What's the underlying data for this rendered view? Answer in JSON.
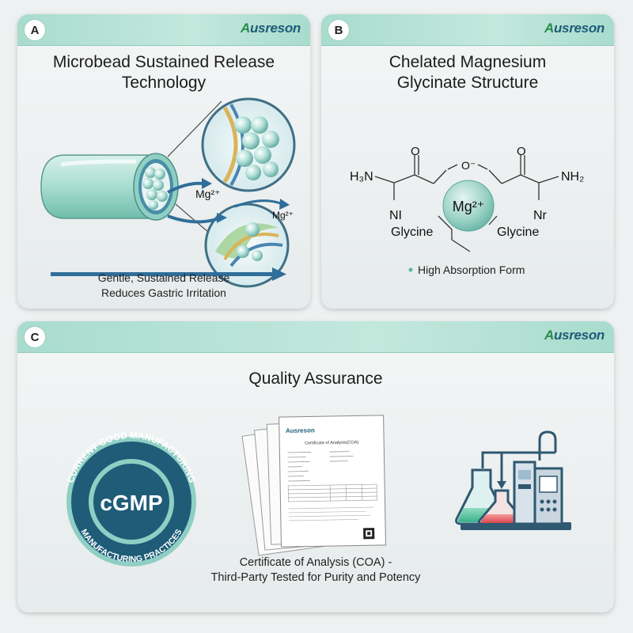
{
  "brand": {
    "logo_text": "Ausreson",
    "primary": "#1e5c78",
    "accent": "#2a8b4f",
    "mint": "#a9dcce"
  },
  "panels": {
    "a": {
      "badge": "A",
      "title_line1": "Microbead Sustained Release",
      "title_line2": "Technology",
      "label_mg_top": "Mg²⁺",
      "label_mg_right": "Mg²⁺",
      "caption_line1": "Gentle, Sustained Release",
      "caption_line2": "Reduces Gastric Irritation"
    },
    "b": {
      "badge": "B",
      "title_line1": "Chelated Magnesium",
      "title_line2": "Glycinate Structure",
      "structure": {
        "center_ion": "Mg²⁺",
        "left_amine": "H₃N",
        "right_amine": "NH₂",
        "left_n": "NI",
        "right_n": "Nr",
        "left_ligand": "Glycine",
        "right_ligand": "Glycine",
        "carbonyl_o": "O",
        "bridge_o": "O⁻"
      },
      "bullet": "High Absorption Form"
    },
    "c": {
      "badge": "C",
      "title": "Quality Assurance",
      "seal": {
        "center": "cGMP",
        "ring_top": "CURRENT GOOD MANUFACTURING",
        "ring_bottom": "MANUFACTURING PRACTICES"
      },
      "certificate_title": "Certificate of Analysis(COA)",
      "caption_line1": "Certificate of Analysis (COA) -",
      "caption_line2": "Third-Party Tested for Purity and Potency"
    }
  }
}
